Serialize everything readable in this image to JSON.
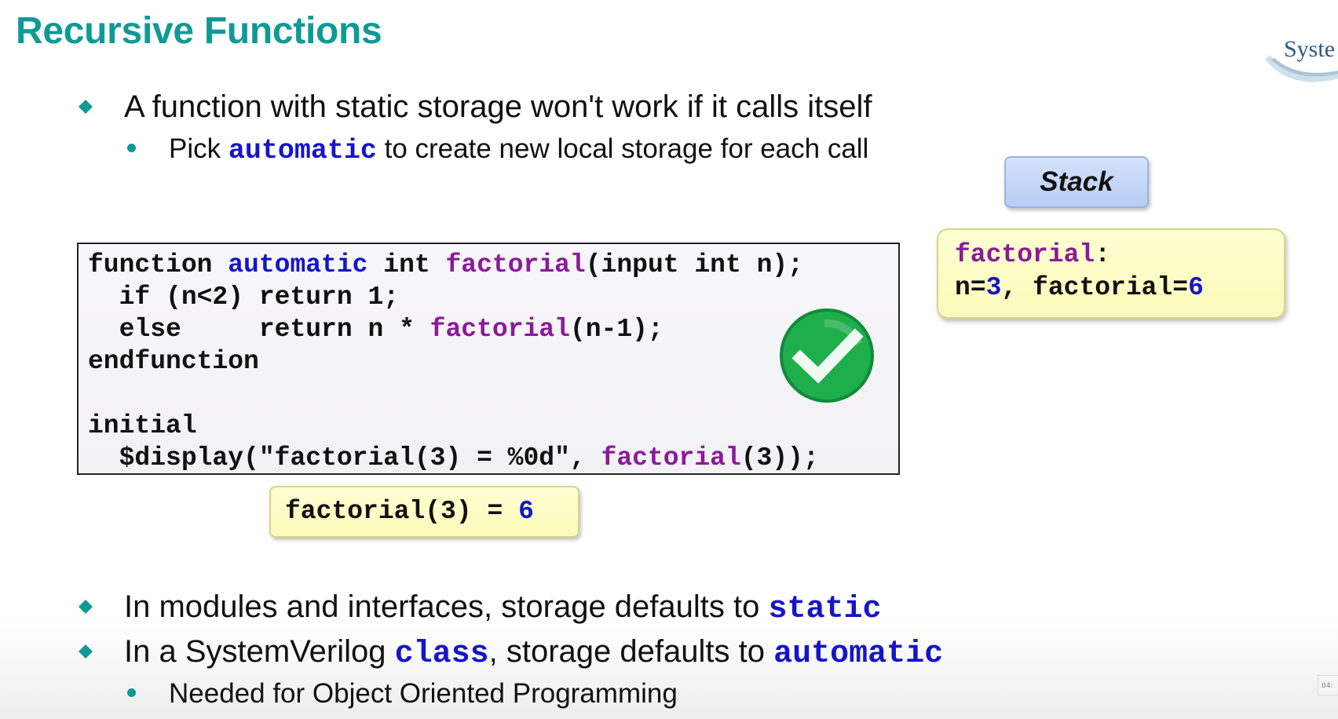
{
  "slide": {
    "title": "Recursive Functions",
    "logo_text": "Syste",
    "accent_color": "#0f9a95",
    "keyword_color": "#1515c8",
    "function_color": "#8b1a9a"
  },
  "bullets_top": {
    "b1": "A function with static storage won't work if it calls itself",
    "s1_before": "Pick ",
    "s1_keyword": "automatic",
    "s1_after": " to create new local storage for each call"
  },
  "code": {
    "l1_a": "function ",
    "l1_kw": "automatic",
    "l1_b": " int ",
    "l1_fn": "factorial",
    "l1_c": "(input int n);",
    "l2": "  if (n<2) return 1;",
    "l3_a": "  else     return n * ",
    "l3_fn": "factorial",
    "l3_b": "(n-1);",
    "l4": "endfunction",
    "l5": "",
    "l6": "initial",
    "l7_a": "  $display(\"factorial(3) = %0d\", ",
    "l7_fn": "factorial",
    "l7_b": "(3));"
  },
  "result": {
    "expr": "factorial(3) = ",
    "value": "6"
  },
  "stack": {
    "label": "Stack",
    "frame_fn": "factorial",
    "frame_colon": ":",
    "n_label": "n=",
    "n_value": "3",
    "sep": ", factorial=",
    "f_value": "6"
  },
  "bullets_bottom": {
    "b2_before": "In modules and interfaces, storage defaults to ",
    "b2_keyword": "static",
    "b3_before": "In a SystemVerilog ",
    "b3_keyword1": "class",
    "b3_middle": ", storage defaults to ",
    "b3_keyword2": "automatic",
    "s2": "Needed for Object Oriented Programming"
  },
  "player": {
    "timestamp": "04:"
  },
  "icons": {
    "check": "check-circle-icon",
    "diamond": "diamond-bullet-icon",
    "dot": "dot-bullet-icon"
  }
}
